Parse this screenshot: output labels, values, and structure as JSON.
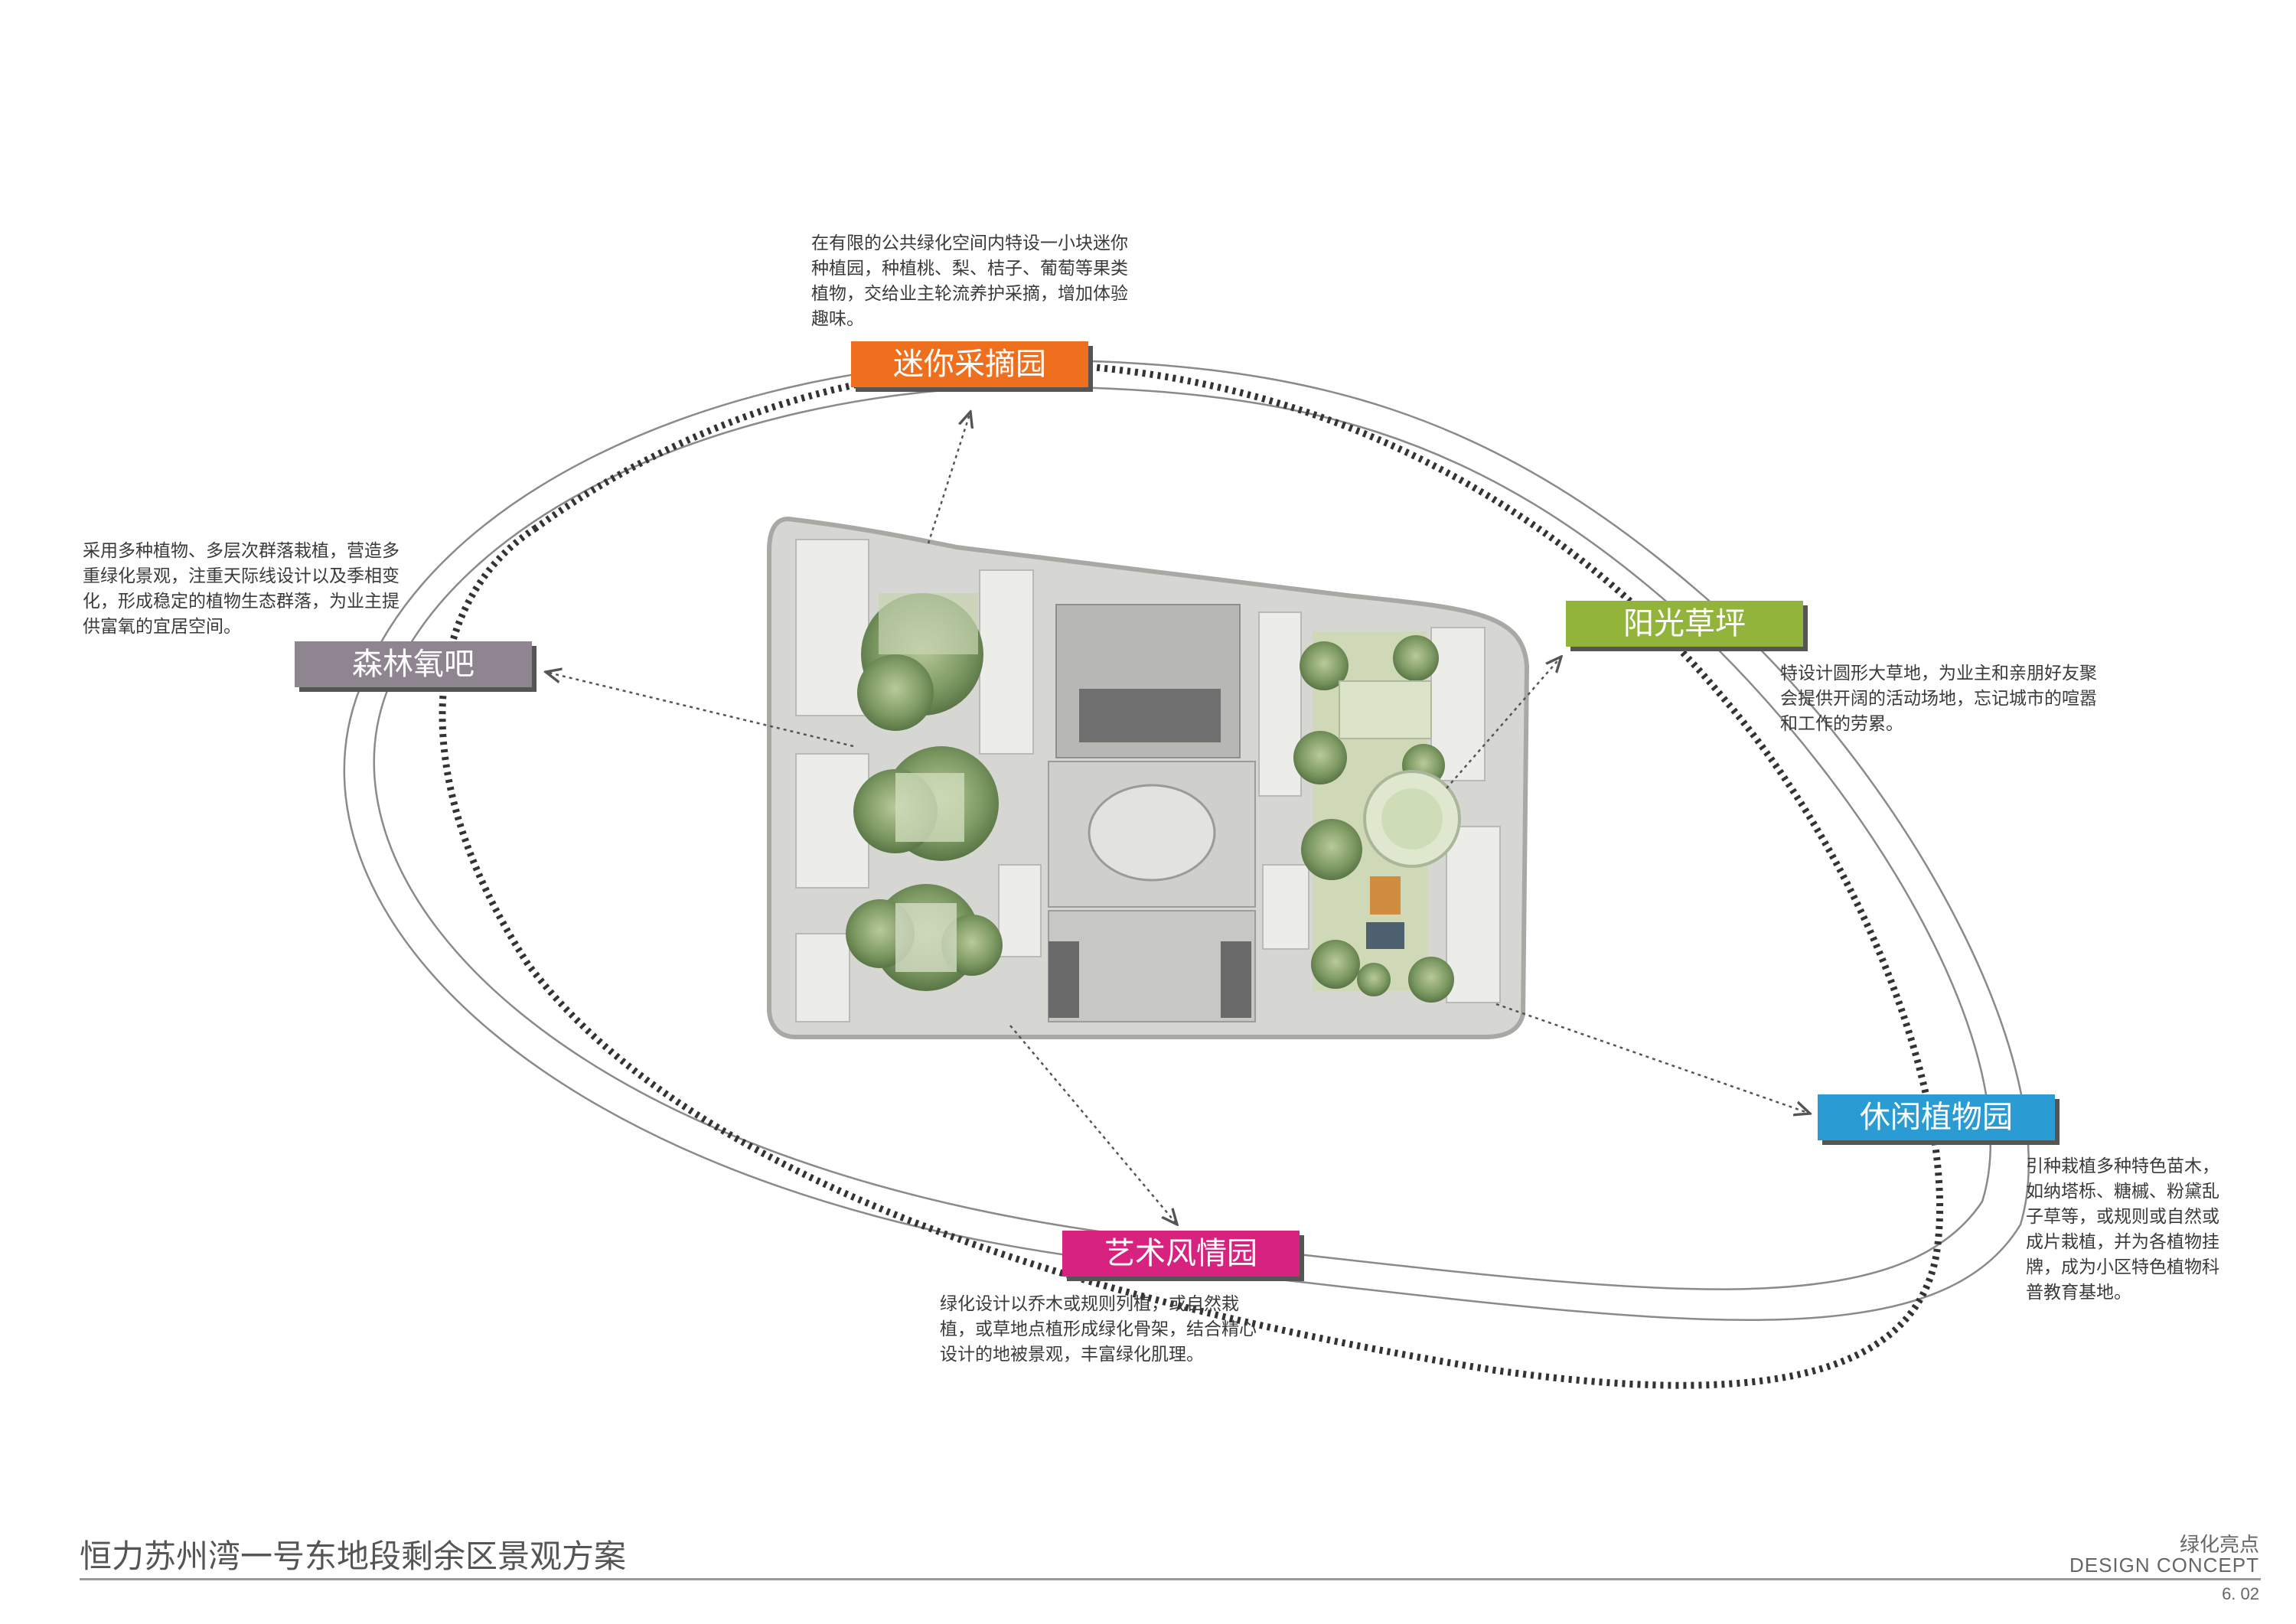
{
  "features": [
    {
      "id": "mini-picking-garden",
      "label": "迷你采摘园",
      "color": "#ee6f1e",
      "desc_lines": [
        "在有限的公共绿化空间内特设一小块迷你",
        "种植园，种植桃、梨、桔子、葡萄等果类",
        "植物，交给业主轮流养护采摘，增加体验",
        "趣味。"
      ]
    },
    {
      "id": "forest-oxygen-bar",
      "label": "森林氧吧",
      "color": "#8e8591",
      "desc_lines": [
        "采用多种植物、多层次群落栽植，营造多",
        "重绿化景观，注重天际线设计以及季相变",
        "化，形成稳定的植物生态群落，为业主提",
        "供富氧的宜居空间。"
      ]
    },
    {
      "id": "sunshine-lawn",
      "label": "阳光草坪",
      "color": "#93b43a",
      "desc_lines": [
        "特设计圆形大草地，为业主和亲朋好友聚",
        "会提供开阔的活动场地，忘记城市的喧嚣",
        "和工作的劳累。"
      ]
    },
    {
      "id": "leisure-botanic-garden",
      "label": "休闲植物园",
      "color": "#2b9bd3",
      "desc_lines": [
        "引种栽植多种特色苗木，",
        "如纳塔栎、糖槭、粉黛乱",
        "子草等，或规则或自然或",
        "成片栽植，并为各植物挂",
        "牌，成为小区特色植物科",
        "普教育基地。"
      ]
    },
    {
      "id": "art-style-garden",
      "label": "艺术风情园",
      "color": "#d7227f",
      "desc_lines": [
        "绿化设计以乔木或规则列植，或自然栽",
        "植，或草地点植形成绿化骨架，结合精心",
        "设计的地被景观，丰富绿化肌理。"
      ]
    }
  ],
  "footer": {
    "project_title": "恒力苏州湾一号东地段剩余区景观方案",
    "section_cn": "绿化亮点",
    "section_en": "DESIGN CONCEPT",
    "page_no": "6. 02"
  }
}
